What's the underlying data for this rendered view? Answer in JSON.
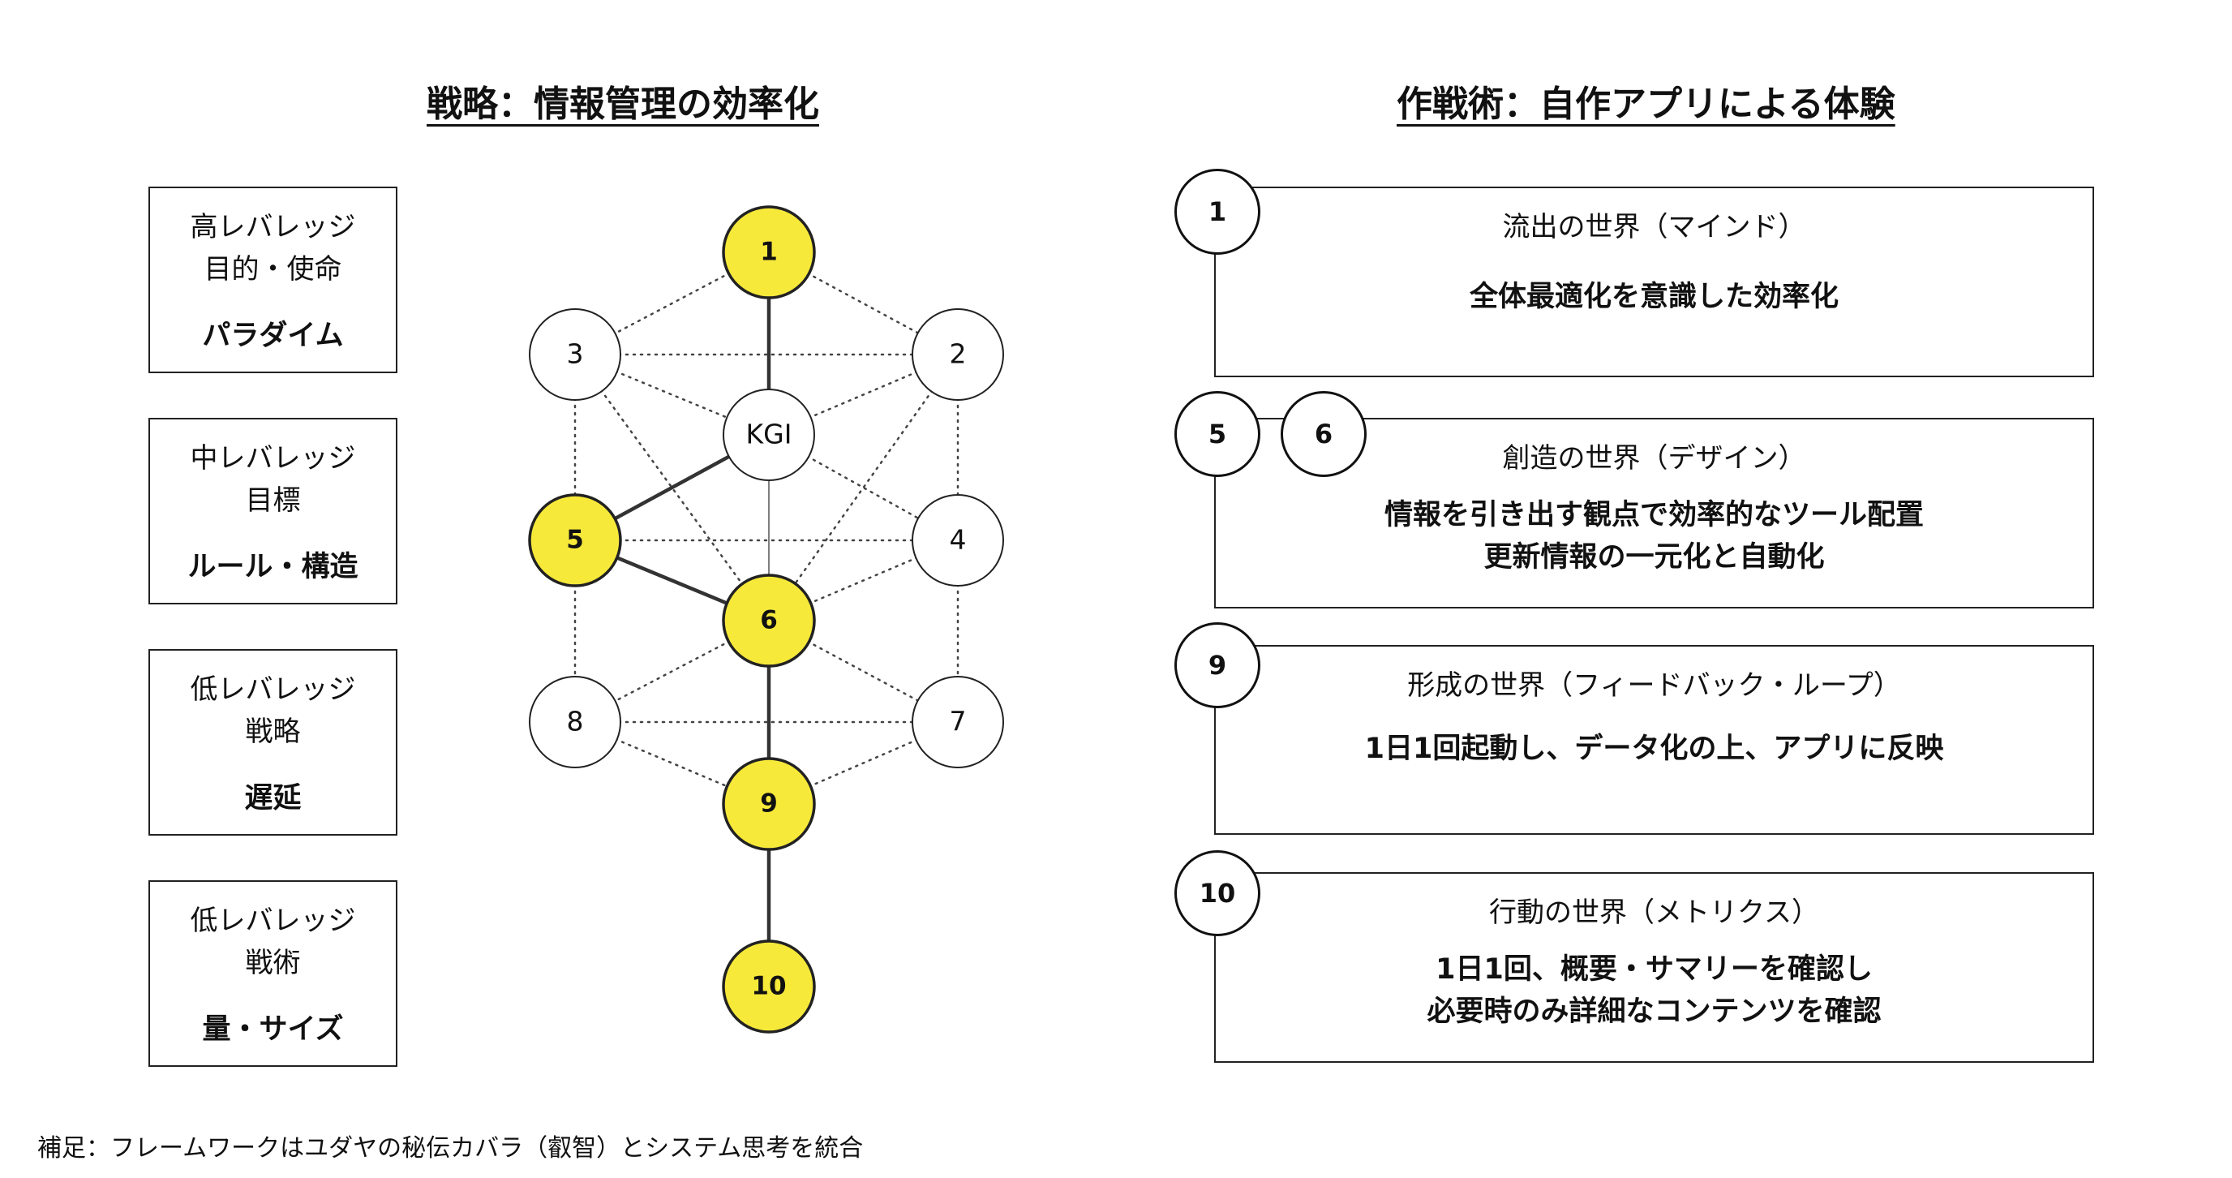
{
  "left_heading": "戦略：情報管理の効率化",
  "right_heading": "作戦術：自作アプリによる体験",
  "levels": [
    {
      "line1": "高レバレッジ",
      "line2": "目的・使命",
      "line3": "パラダイム"
    },
    {
      "line1": "中レバレッジ",
      "line2": "目標",
      "line3": "ルール・構造"
    },
    {
      "line1": "低レバレッジ",
      "line2": "戦略",
      "line3": "遅延"
    },
    {
      "line1": "低レバレッジ",
      "line2": "戦術",
      "line3": "量・サイズ"
    }
  ],
  "nodes": [
    {
      "id": "1",
      "label": "1",
      "highlighted": true
    },
    {
      "id": "2",
      "label": "2",
      "highlighted": false
    },
    {
      "id": "3",
      "label": "3",
      "highlighted": false
    },
    {
      "id": "kgi",
      "label": "KGI",
      "highlighted": false
    },
    {
      "id": "4",
      "label": "4",
      "highlighted": false
    },
    {
      "id": "5",
      "label": "5",
      "highlighted": true
    },
    {
      "id": "6",
      "label": "6",
      "highlighted": true
    },
    {
      "id": "7",
      "label": "7",
      "highlighted": false
    },
    {
      "id": "8",
      "label": "8",
      "highlighted": false
    },
    {
      "id": "9",
      "label": "9",
      "highlighted": true
    },
    {
      "id": "10",
      "label": "10",
      "highlighted": true
    }
  ],
  "edges": [
    {
      "from": "1",
      "to": "kgi",
      "style": "solid"
    },
    {
      "from": "kgi",
      "to": "5",
      "style": "solid"
    },
    {
      "from": "5",
      "to": "6",
      "style": "solid"
    },
    {
      "from": "6",
      "to": "9",
      "style": "solid"
    },
    {
      "from": "9",
      "to": "10",
      "style": "solid"
    },
    {
      "from": "kgi",
      "to": "6",
      "style": "thin"
    },
    {
      "from": "1",
      "to": "3",
      "style": "dotted"
    },
    {
      "from": "1",
      "to": "2",
      "style": "dotted"
    },
    {
      "from": "3",
      "to": "2",
      "style": "dotted"
    },
    {
      "from": "3",
      "to": "kgi",
      "style": "dotted"
    },
    {
      "from": "2",
      "to": "kgi",
      "style": "dotted"
    },
    {
      "from": "3",
      "to": "5",
      "style": "dotted"
    },
    {
      "from": "3",
      "to": "6",
      "style": "dotted"
    },
    {
      "from": "2",
      "to": "4",
      "style": "dotted"
    },
    {
      "from": "2",
      "to": "6",
      "style": "dotted"
    },
    {
      "from": "kgi",
      "to": "4",
      "style": "dotted"
    },
    {
      "from": "5",
      "to": "4",
      "style": "dotted"
    },
    {
      "from": "4",
      "to": "6",
      "style": "dotted"
    },
    {
      "from": "5",
      "to": "8",
      "style": "dotted"
    },
    {
      "from": "4",
      "to": "7",
      "style": "dotted"
    },
    {
      "from": "6",
      "to": "8",
      "style": "dotted"
    },
    {
      "from": "6",
      "to": "7",
      "style": "dotted"
    },
    {
      "from": "8",
      "to": "7",
      "style": "dotted"
    },
    {
      "from": "8",
      "to": "9",
      "style": "dotted"
    },
    {
      "from": "7",
      "to": "9",
      "style": "dotted"
    }
  ],
  "worlds": [
    {
      "badges": [
        "1"
      ],
      "title": "流出の世界（マインド）",
      "lines": [
        "全体最適化を意識した効率化"
      ]
    },
    {
      "badges": [
        "5",
        "6"
      ],
      "title": "創造の世界（デザイン）",
      "lines": [
        "情報を引き出す観点で効率的なツール配置",
        "更新情報の一元化と自動化"
      ]
    },
    {
      "badges": [
        "9"
      ],
      "title": "形成の世界（フィードバック・ループ）",
      "lines": [
        "1日1回起動し、データ化の上、アプリに反映"
      ]
    },
    {
      "badges": [
        "10"
      ],
      "title": "行動の世界（メトリクス）",
      "lines": [
        "1日1回、概要・サマリーを確認し",
        "必要時のみ詳細なコンテンツを確認"
      ]
    }
  ],
  "footnote": "補足：フレームワークはユダヤの秘伝カバラ（叡智）とシステム思考を統合",
  "colors": {
    "highlight": "#F7E93A",
    "stroke": "#333333",
    "node_border": "#222222"
  }
}
